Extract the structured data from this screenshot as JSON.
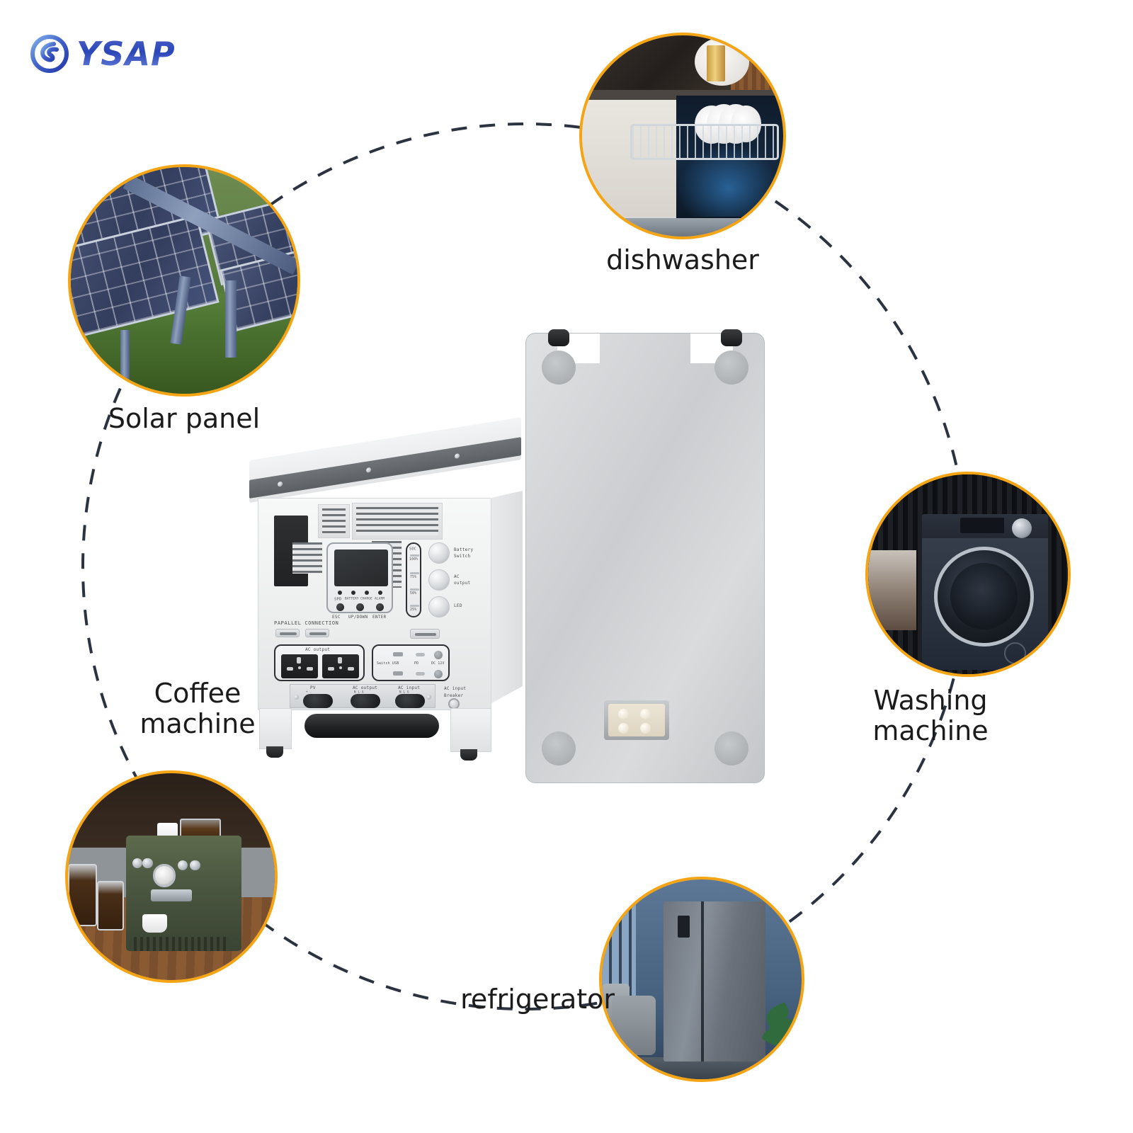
{
  "brand": {
    "name": "YSAP",
    "logo_icon": "swirl-circle-icon",
    "accent_triangle_color": "#f2982a",
    "text_color": "#2a46b8"
  },
  "theme": {
    "ring_color": "#f5a413",
    "dashed_path_color": "#2b3240",
    "background": "#ffffff",
    "label_color": "#1b1b1b"
  },
  "appliances": [
    {
      "id": "solar-panel",
      "label": "Solar panel",
      "image_alt": "ground-mounted blue solar panel array on steel frames in grass"
    },
    {
      "id": "dishwasher",
      "label": "dishwasher",
      "image_alt": "open AEG dishwasher with white plates in chrome rack and blue-lit interior"
    },
    {
      "id": "washing-machine",
      "label": "Washing\nmachine",
      "image_alt": "dark navy front-load washing machine against black slat wall"
    },
    {
      "id": "refrigerator",
      "label": "refrigerator",
      "image_alt": "gray side-by-side refrigerator in blue living room with sofa and plant"
    },
    {
      "id": "coffee-machine",
      "label": "Coffee\nmachine",
      "image_alt": "olive green espresso machine with bean hopper on wooden counter"
    }
  ],
  "product": {
    "inverter": {
      "name": "inverter-unit",
      "parallel_label": "PAPALLEL CONNECTION",
      "soc": {
        "title": "SOC",
        "levels": [
          "100%",
          "75%",
          "50%",
          "25%"
        ]
      },
      "knobs": [
        {
          "label": "Battery\nSwitch"
        },
        {
          "label": "AC\noutput"
        },
        {
          "label": "LED"
        }
      ],
      "status_leds": [
        "SPD",
        "BATTERY",
        "CHARGE",
        "ALARM"
      ],
      "control_buttons": [
        "ESC",
        "UP/DOWN",
        "ENTER"
      ],
      "ac_output_label": "AC output",
      "dc_panel": {
        "switch_label": "Switch",
        "usb_label": "USB",
        "pd_label": "PD",
        "dc_label": "DC 12V"
      },
      "terminals": [
        {
          "label": "PV",
          "poles": "+  -"
        },
        {
          "label": "AC output",
          "poles": "N  L  G"
        },
        {
          "label": "AC input",
          "poles": "N  L  G"
        }
      ],
      "breaker_label": "AC input\nBreaker"
    },
    "battery_module": {
      "name": "battery-pack-module",
      "connector": "4-pin power connector"
    }
  }
}
